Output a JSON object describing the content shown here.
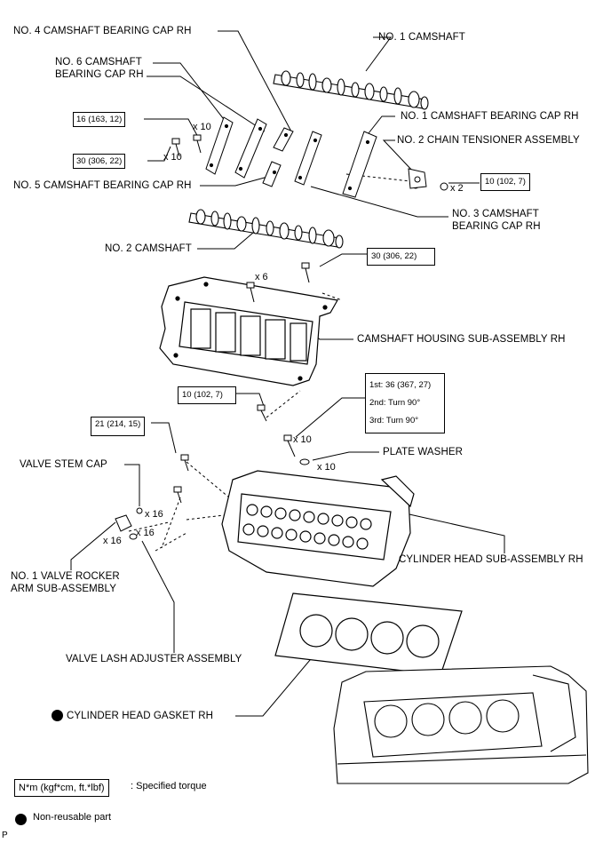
{
  "labels": {
    "no4_cap": "NO. 4 CAMSHAFT BEARING CAP RH",
    "no1_camshaft": "NO. 1 CAMSHAFT",
    "no6_cap_l1": "NO. 6 CAMSHAFT",
    "no6_cap_l2": "BEARING CAP RH",
    "no1_cap": "NO. 1 CAMSHAFT BEARING CAP RH",
    "no2_tensioner": "NO. 2 CHAIN TENSIONER ASSEMBLY",
    "no5_cap": "NO. 5 CAMSHAFT BEARING CAP RH",
    "no3_cap_l1": "NO. 3 CAMSHAFT",
    "no3_cap_l2": "BEARING CAP RH",
    "no2_camshaft": "NO. 2 CAMSHAFT",
    "housing": "CAMSHAFT HOUSING SUB-ASSEMBLY RH",
    "plate_washer": "PLATE WASHER",
    "valve_stem_cap": "VALVE STEM CAP",
    "cyl_head": "CYLINDER HEAD SUB-ASSEMBLY RH",
    "rocker_l1": "NO. 1 VALVE ROCKER",
    "rocker_l2": "ARM SUB-ASSEMBLY",
    "lash": "VALVE LASH ADJUSTER ASSEMBLY",
    "gasket": "CYLINDER HEAD GASKET RH"
  },
  "torques": {
    "t_16": "16 (163, 12)",
    "t_30a": "30 (306, 22)",
    "t_10a": "10 (102, 7)",
    "t_30b": "30 (306, 22)",
    "t_10b": "10 (102, 7)",
    "t_21": "21 (214, 15)",
    "t_multi": [
      "1st: 36 (367, 27)",
      "2nd: Turn 90°",
      "3rd: Turn 90°"
    ]
  },
  "quantities": {
    "q_x10a": "x 10",
    "q_x10b": "x 10",
    "q_x2": "x 2",
    "q_x6": "x 6",
    "q_x10c": "x 10",
    "q_x10d": "x 10",
    "q_x16a": "x 16",
    "q_x16b": "x 16",
    "q_x16c": "x 16"
  },
  "legend": {
    "torque_box": "N*m (kgf*cm, ft.*lbf)",
    "torque_text": ": Specified torque",
    "nonreusable_text": "Non-reusable part"
  },
  "footer": "P"
}
